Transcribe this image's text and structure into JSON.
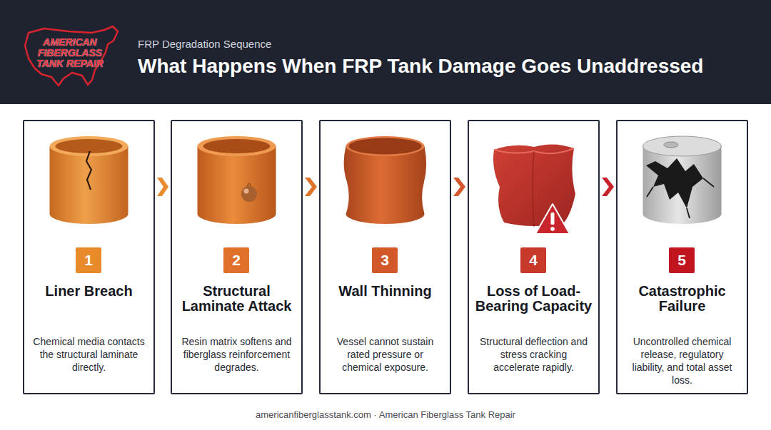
{
  "diagram": {
    "title": "What Happens When FRP Tank Damage Goes Unaddressed",
    "caption": "americanfiberglasstank.com · American Fiberglass Tank Repair",
    "nodes": [
      {
        "text": [
          "1",
          "Liner Breach",
          "Chemical media contacts the structural laminate directly."
        ]
      },
      {
        "text": [
          "2",
          "Structural Laminate Attack",
          "Resin matrix softens and fiberglass reinforcement degrades."
        ]
      },
      {
        "text": [
          "3",
          "Wall Thinning",
          "Vessel cannot sustain rated pressure or chemical exposure."
        ]
      },
      {
        "text": [
          "4",
          "Loss of Load-Bearing Capacity",
          "Structural deflection and stress cracking accelerate rapidly."
        ]
      },
      {
        "text": [
          "5",
          "Catastrophic Failure",
          "Uncontrolled chemical release, regulatory liability, and total asset loss."
        ]
      }
    ],
    "edges": [
      {
        "from": 0,
        "to": 1,
        "arrow": "to"
      },
      {
        "from": 1,
        "to": 2,
        "arrow": "to"
      },
      {
        "from": 2,
        "to": 3,
        "arrow": "to"
      },
      {
        "from": 3,
        "to": 4,
        "arrow": "to"
      }
    ],
    "labels": [
      "AMERICAN FIBERGLASS TANK REPAIR",
      "FRP Degradation Sequence"
    ]
  }
}
